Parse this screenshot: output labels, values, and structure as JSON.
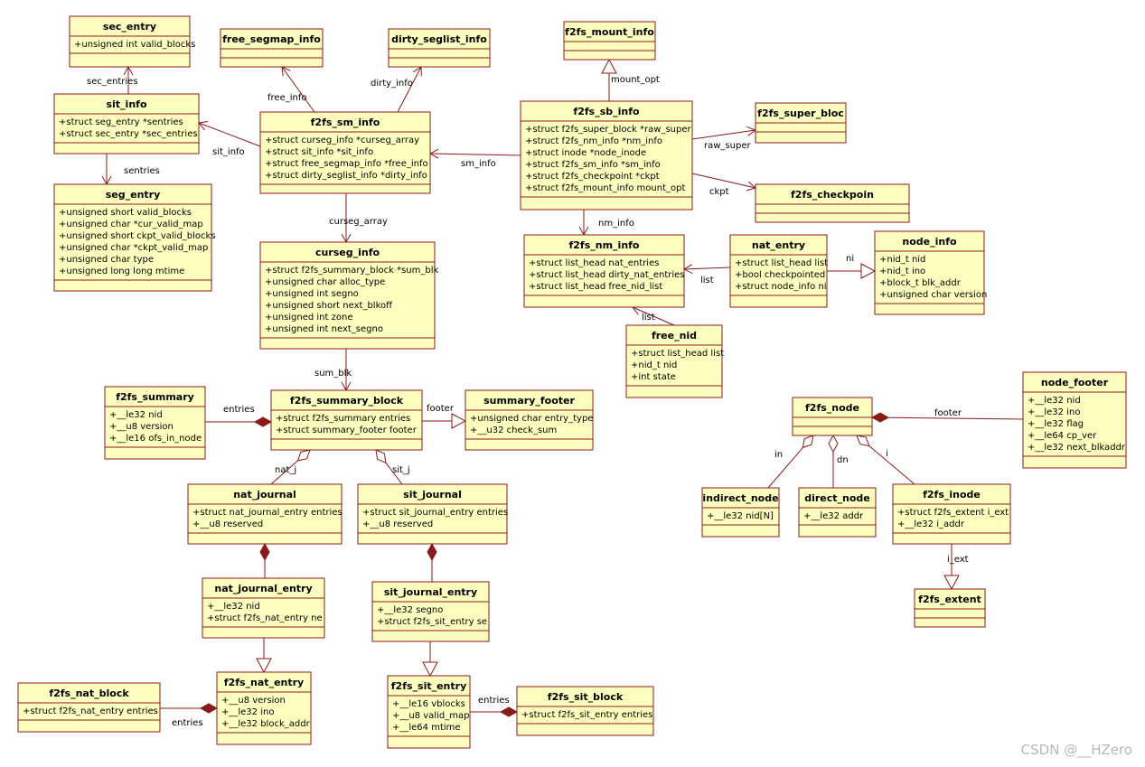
{
  "nodes": {
    "sec_entry": {
      "title": "sec_entry",
      "attrs": [
        "+unsigned int valid_blocks"
      ]
    },
    "free_segmap_info": {
      "title": "free_segmap_info",
      "attrs": []
    },
    "dirty_seglist_info": {
      "title": "dirty_seglist_info",
      "attrs": []
    },
    "f2fs_mount_info": {
      "title": "f2fs_mount_info",
      "attrs": []
    },
    "sit_info": {
      "title": "sit_info",
      "attrs": [
        "+struct seg_entry *sentries",
        "+struct sec_entry *sec_entries"
      ]
    },
    "f2fs_sm_info": {
      "title": "f2fs_sm_info",
      "attrs": [
        "+struct curseg_info *curseg_array",
        "+struct sit_info *sit_info",
        "+struct free_segmap_info *free_info",
        "+struct dirty_seglist_info *dirty_info"
      ]
    },
    "f2fs_sb_info": {
      "title": "f2fs_sb_info",
      "attrs": [
        "+struct f2fs_super_block *raw_super",
        "+struct f2fs_nm_info *nm_info",
        "+struct inode *node_inode",
        "+struct f2fs_sm_info *sm_info",
        "+struct f2fs_checkpoint *ckpt",
        "+struct f2fs_mount_info mount_opt"
      ]
    },
    "f2fs_super_bloc": {
      "title": "f2fs_super_bloc",
      "attrs": []
    },
    "f2fs_checkpoin": {
      "title": "f2fs_checkpoin",
      "attrs": []
    },
    "seg_entry": {
      "title": "seg_entry",
      "attrs": [
        "+unsigned short valid_blocks",
        "+unsigned char *cur_valid_map",
        "+unsigned short ckpt_valid_blocks",
        "+unsigned char *ckpt_valid_map",
        "+unsigned char type",
        "+unsigned long long mtime"
      ]
    },
    "curseg_info": {
      "title": "curseg_info",
      "attrs": [
        "+struct f2fs_summary_block *sum_blk",
        "+unsigned char alloc_type",
        "+unsigned int segno",
        "+unsigned short next_blkoff",
        "+unsigned int zone",
        "+unsigned int next_segno"
      ]
    },
    "f2fs_nm_info": {
      "title": "f2fs_nm_info",
      "attrs": [
        "+struct list_head nat_entries",
        "+struct list_head dirty_nat_entries",
        "+struct list_head free_nid_list"
      ]
    },
    "nat_entry": {
      "title": "nat_entry",
      "attrs": [
        "+struct list_head list",
        "+bool checkpointed",
        "+struct node_info ni"
      ]
    },
    "node_info": {
      "title": "node_info",
      "attrs": [
        "+nid_t nid",
        "+nid_t ino",
        "+block_t blk_addr",
        "+unsigned char version"
      ]
    },
    "free_nid": {
      "title": "free_nid",
      "attrs": [
        "+struct list_head list",
        "+nid_t nid",
        "+int state"
      ]
    },
    "f2fs_summary": {
      "title": "f2fs_summary",
      "attrs": [
        "+__le32 nid",
        "+__u8 version",
        "+__le16 ofs_in_node"
      ]
    },
    "f2fs_summary_block": {
      "title": "f2fs_summary_block",
      "attrs": [
        "+struct f2fs_summary entries",
        "+struct summary_footer footer"
      ]
    },
    "summary_footer": {
      "title": "summary_footer",
      "attrs": [
        "+unsigned char entry_type",
        "+__u32 check_sum"
      ]
    },
    "node_footer": {
      "title": "node_footer",
      "attrs": [
        "+__le32 nid",
        "+__le32 ino",
        "+__le32 flag",
        "+__le64 cp_ver",
        "+__le32 next_blkaddr"
      ]
    },
    "f2fs_node": {
      "title": "f2fs_node",
      "attrs": []
    },
    "nat_journal": {
      "title": "nat_journal",
      "attrs": [
        "+struct nat_journal_entry entries",
        "+__u8 reserved"
      ]
    },
    "sit_journal": {
      "title": "sit_journal",
      "attrs": [
        "+struct sit_journal_entry entries",
        "+__u8 reserved"
      ]
    },
    "indirect_node": {
      "title": "indirect_node",
      "attrs": [
        "+__le32 nid[N]"
      ]
    },
    "direct_node": {
      "title": "direct_node",
      "attrs": [
        "+__le32 addr"
      ]
    },
    "f2fs_inode": {
      "title": "f2fs_inode",
      "attrs": [
        "+struct f2fs_extent i_ext",
        "+__le32 i_addr"
      ]
    },
    "nat_journal_entry": {
      "title": "nat_journal_entry",
      "attrs": [
        "+__le32 nid",
        "+struct f2fs_nat_entry ne"
      ]
    },
    "sit_journal_entry": {
      "title": "sit_journal_entry",
      "attrs": [
        "+__le32 segno",
        "+struct f2fs_sit_entry se"
      ]
    },
    "f2fs_extent": {
      "title": "f2fs_extent",
      "attrs": []
    },
    "f2fs_nat_block": {
      "title": "f2fs_nat_block",
      "attrs": [
        "+struct f2fs_nat_entry entries"
      ]
    },
    "f2fs_nat_entry": {
      "title": "f2fs_nat_entry",
      "attrs": [
        "+__u8 version",
        "+__le32 ino",
        "+__le32 block_addr"
      ]
    },
    "f2fs_sit_entry": {
      "title": "f2fs_sit_entry",
      "attrs": [
        "+__le16 vblocks",
        "+__u8 valid_map",
        "+__le64 mtime"
      ]
    },
    "f2fs_sit_block": {
      "title": "f2fs_sit_block",
      "attrs": [
        "+struct f2fs_sit_entry entries"
      ]
    }
  },
  "edges": [
    {
      "id": "sec_entries",
      "label": "sec_entries",
      "type": "arrow"
    },
    {
      "id": "sentries",
      "label": "sentries",
      "type": "arrow"
    },
    {
      "id": "sit_info",
      "label": "sit_info",
      "type": "arrow"
    },
    {
      "id": "free_info",
      "label": "free_info",
      "type": "arrow"
    },
    {
      "id": "dirty_info",
      "label": "dirty_info",
      "type": "arrow"
    },
    {
      "id": "sm_info",
      "label": "sm_info",
      "type": "arrow"
    },
    {
      "id": "mount_opt",
      "label": "mount_opt",
      "type": "generalization"
    },
    {
      "id": "raw_super",
      "label": "raw_super",
      "type": "arrow"
    },
    {
      "id": "ckpt",
      "label": "ckpt",
      "type": "arrow"
    },
    {
      "id": "nm_info",
      "label": "nm_info",
      "type": "arrow"
    },
    {
      "id": "curseg_array",
      "label": "curseg_array",
      "type": "arrow"
    },
    {
      "id": "sum_blk",
      "label": "sum_blk",
      "type": "arrow"
    },
    {
      "id": "list_nat",
      "label": "list",
      "type": "arrow"
    },
    {
      "id": "list_free",
      "label": "list",
      "type": "arrow"
    },
    {
      "id": "ni",
      "label": "ni",
      "type": "generalization"
    },
    {
      "id": "entries_summary",
      "label": "entries",
      "type": "composition"
    },
    {
      "id": "footer_summary",
      "label": "footer",
      "type": "generalization"
    },
    {
      "id": "nat_j",
      "label": "nat_j",
      "type": "aggregation"
    },
    {
      "id": "sit_j",
      "label": "sit_j",
      "type": "aggregation"
    },
    {
      "id": "nat_journal_comp",
      "label": "",
      "type": "composition"
    },
    {
      "id": "sit_journal_comp",
      "label": "",
      "type": "composition"
    },
    {
      "id": "nat_entry_gen",
      "label": "",
      "type": "generalization"
    },
    {
      "id": "sit_entry_gen",
      "label": "",
      "type": "generalization"
    },
    {
      "id": "entries_nat",
      "label": "entries",
      "type": "composition"
    },
    {
      "id": "entries_sit",
      "label": "entries",
      "type": "composition"
    },
    {
      "id": "footer_node",
      "label": "footer",
      "type": "composition"
    },
    {
      "id": "in",
      "label": "in",
      "type": "aggregation"
    },
    {
      "id": "dn",
      "label": "dn",
      "type": "aggregation"
    },
    {
      "id": "i",
      "label": "i",
      "type": "aggregation"
    },
    {
      "id": "i_ext",
      "label": "i_ext",
      "type": "generalization"
    }
  ],
  "watermark": "CSDN @__HZero",
  "colors": {
    "box_fill": "#ffffc0",
    "line": "#8b1a1a"
  }
}
